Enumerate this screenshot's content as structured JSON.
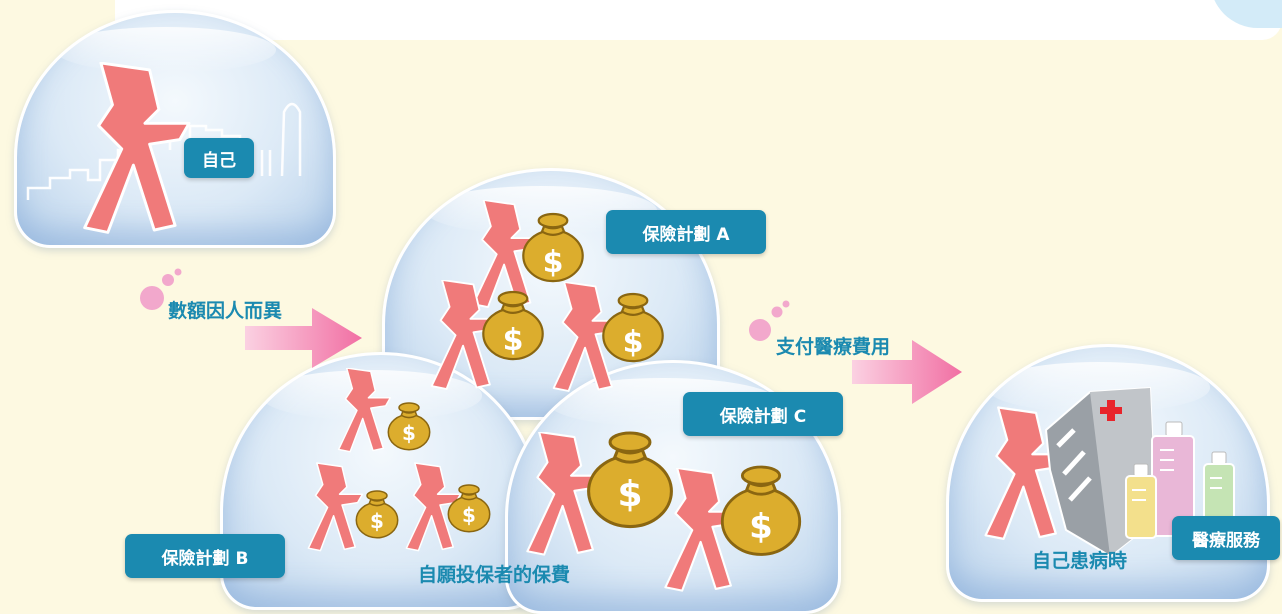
{
  "labels": {
    "self": "自己",
    "plan_a": "保險計劃 A",
    "plan_b": "保險計劃 B",
    "plan_c": "保險計劃 C",
    "amount_varies": "數額因人而異",
    "pay_medical": "支付醫療費用",
    "premiums": "自願投保者的保費",
    "when_ill": "自己患病時",
    "medical_service": "醫療服務"
  },
  "icons": {
    "coin_symbol": "$",
    "figure": "person-figure-icon",
    "money_bag": "money-bag-icon",
    "hospital": "hospital-building-icon",
    "bottle": "medicine-bottle-icon",
    "arrow": "pink-arrow-icon",
    "bubble": "pink-bubble-icon"
  },
  "colors": {
    "background": "#fdf9e1",
    "label_fill": "#1b8ab0",
    "figure": "#f07a7a",
    "money_bag": "#dcad2d",
    "arrow": "#f16fa3",
    "cross": "#e8242b"
  }
}
